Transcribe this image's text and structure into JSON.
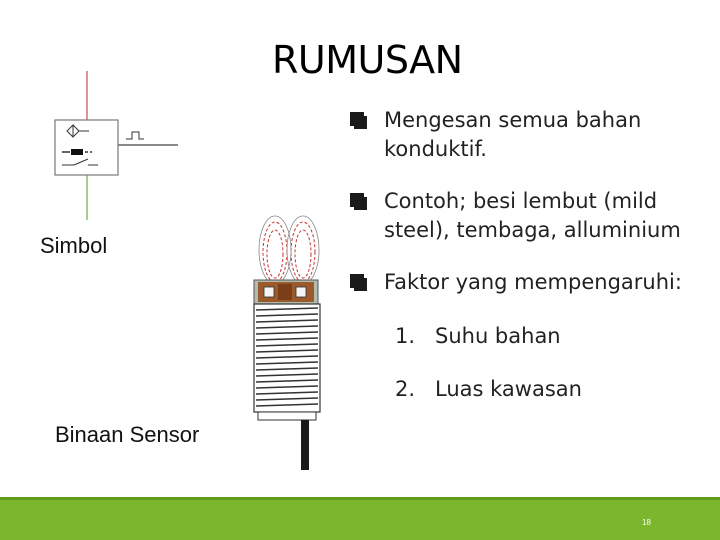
{
  "slide": {
    "title": "RUMUSAN",
    "bullets": [
      "Mengesan semua bahan konduktif.",
      "Contoh; besi lembut (mild steel), tembaga, alluminium",
      "Faktor yang mempengaruhi:"
    ],
    "numbered": [
      {
        "num": "1.",
        "text": "Suhu bahan"
      },
      {
        "num": "2.",
        "text": "Luas kawasan"
      }
    ],
    "label_symbol": "Simbol",
    "label_construction": "Binaan Sensor",
    "page_number": "18"
  },
  "colors": {
    "footer": "#7cb62d",
    "symbol_lines": "#6aa84f",
    "coil": "#cc3333",
    "sensor_face": "#a0522d"
  }
}
